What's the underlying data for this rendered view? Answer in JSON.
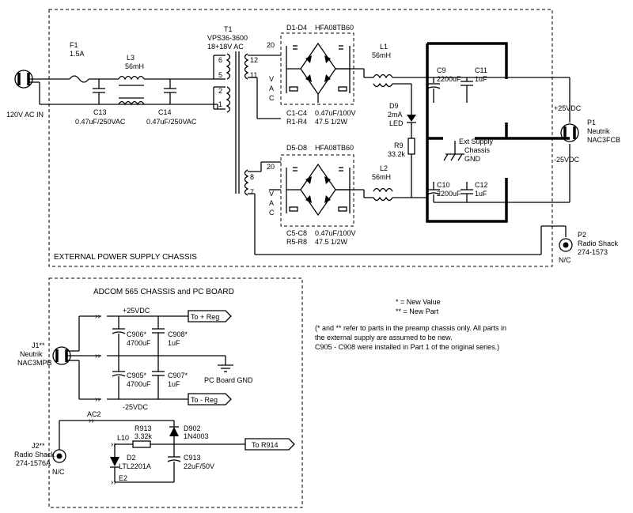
{
  "top": {
    "chassis_label": "EXTERNAL POWER SUPPLY CHASSIS",
    "ac_in": "120V AC IN",
    "f1": {
      "ref": "F1",
      "value": "1.5A"
    },
    "l3": {
      "ref": "L3",
      "value": "56mH"
    },
    "c13": {
      "ref": "C13",
      "value": "0.47uF/250VAC"
    },
    "c14": {
      "ref": "C14",
      "value": "0.47uF/250VAC"
    },
    "t1": {
      "ref": "T1",
      "part": "VPS36-3600",
      "rating": "18+18V AC"
    },
    "pins": {
      "p6": "6",
      "p5": "5",
      "p2": "2",
      "p1": "1",
      "p12": "12",
      "p11": "11",
      "p8": "8",
      "p7": "7"
    },
    "bridge1": {
      "ref": "D1-D4",
      "part": "HFA08TB60",
      "c": "C1-C4",
      "cv": "0.47uF/100V",
      "r": "R1-R4",
      "rv": "47.5 1/2W"
    },
    "bridge2": {
      "ref": "D5-D8",
      "part": "HFA08TB60",
      "c": "C5-C8",
      "cv": "0.47uF/100V",
      "r": "R5-R8",
      "rv": "47.5 1/2W"
    },
    "vac": {
      "top": "20",
      "v": "V",
      "a": "A",
      "c": "C"
    },
    "l1": {
      "ref": "L1",
      "value": "56mH"
    },
    "l2": {
      "ref": "L2",
      "value": "56mH"
    },
    "d9": {
      "ref": "D9",
      "value": "2mA",
      "type": "LED"
    },
    "r9": {
      "ref": "R9",
      "value": "33.2k"
    },
    "c9": {
      "ref": "C9",
      "value": "2200uF"
    },
    "c10": {
      "ref": "C10",
      "value": "2200uF"
    },
    "c11": {
      "ref": "C11",
      "value": "1uF"
    },
    "c12": {
      "ref": "C12",
      "value": "1uF"
    },
    "ext_gnd": {
      "l1": "Ext Supply",
      "l2": "Chassis",
      "l3": "GND"
    },
    "p1": {
      "ref": "P1",
      "l1": "Neutrik",
      "l2": "NAC3FCB",
      "plus": "+25VDC",
      "minus": "-25VDC"
    },
    "p2": {
      "ref": "P2",
      "l1": "Radio Shack",
      "l2": "274-1573",
      "nc": "N/C"
    }
  },
  "bottom": {
    "chassis_label": "ADCOM 565 CHASSIS and PC BOARD",
    "plus": "+25VDC",
    "minus": "-25VDC",
    "to_plus": "To + Reg",
    "to_minus": "To - Reg",
    "c906": {
      "ref": "C906*",
      "value": "4700uF"
    },
    "c908": {
      "ref": "C908*",
      "value": "1uF"
    },
    "c905": {
      "ref": "C905*",
      "value": "4700uF"
    },
    "c907": {
      "ref": "C907*",
      "value": "1uF"
    },
    "pcgnd": "PC Board GND",
    "j1": {
      "ref": "J1**",
      "l1": "Neutrik",
      "l2": "NAC3MPB"
    },
    "j2": {
      "ref": "J2**",
      "l1": "Radio Shack",
      "l2": "274-1576A",
      "nc": "N/C"
    },
    "ac2": "AC2",
    "r913": {
      "ref": "R913",
      "value": "3.32k"
    },
    "d902": {
      "ref": "D902",
      "value": "1N4003"
    },
    "l10": "L10",
    "d2": {
      "ref": "D2",
      "value": "LTL2201A"
    },
    "c913": {
      "ref": "C913",
      "value": "22uF/50V"
    },
    "e2": "E2",
    "to_r914": "To R914"
  },
  "notes": {
    "new_value": "* = New Value",
    "new_part": "** = New Part",
    "line1": "(* and ** refer to parts in the preamp chassis only. All parts in",
    "line2": "the external supply are assumed to be new.",
    "line3": "C905 - C908 were installed in Part 1 of the original series.)"
  }
}
